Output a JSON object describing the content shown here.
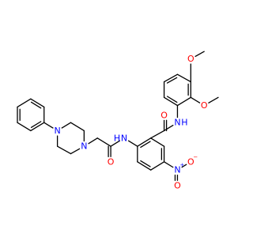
{
  "molecule": {
    "colors": {
      "bond": "#000000",
      "carbon": "#000000",
      "oxygen": "#ff0000",
      "nitrogen": "#0000ff"
    },
    "atoms": [
      {
        "id": "O1",
        "text": "O",
        "element": "O"
      },
      {
        "id": "O2",
        "text": "O",
        "element": "O"
      },
      {
        "id": "N_amide1",
        "text": "N",
        "element": "N",
        "suffix": "H"
      },
      {
        "id": "O_carbonyl1",
        "text": "O",
        "element": "O"
      },
      {
        "id": "N_amide2",
        "text": "N",
        "element": "N",
        "prefix": "H"
      },
      {
        "id": "O_carbonyl2",
        "text": "O",
        "element": "O"
      },
      {
        "id": "N_pip1",
        "text": "N",
        "element": "N"
      },
      {
        "id": "N_pip2",
        "text": "N",
        "element": "N"
      },
      {
        "id": "N_nitro",
        "text": "N",
        "element": "N",
        "charge": "+"
      },
      {
        "id": "O_nitro1",
        "text": "O",
        "element": "O",
        "charge": "−"
      },
      {
        "id": "O_nitro2",
        "text": "O",
        "element": "O"
      }
    ]
  }
}
